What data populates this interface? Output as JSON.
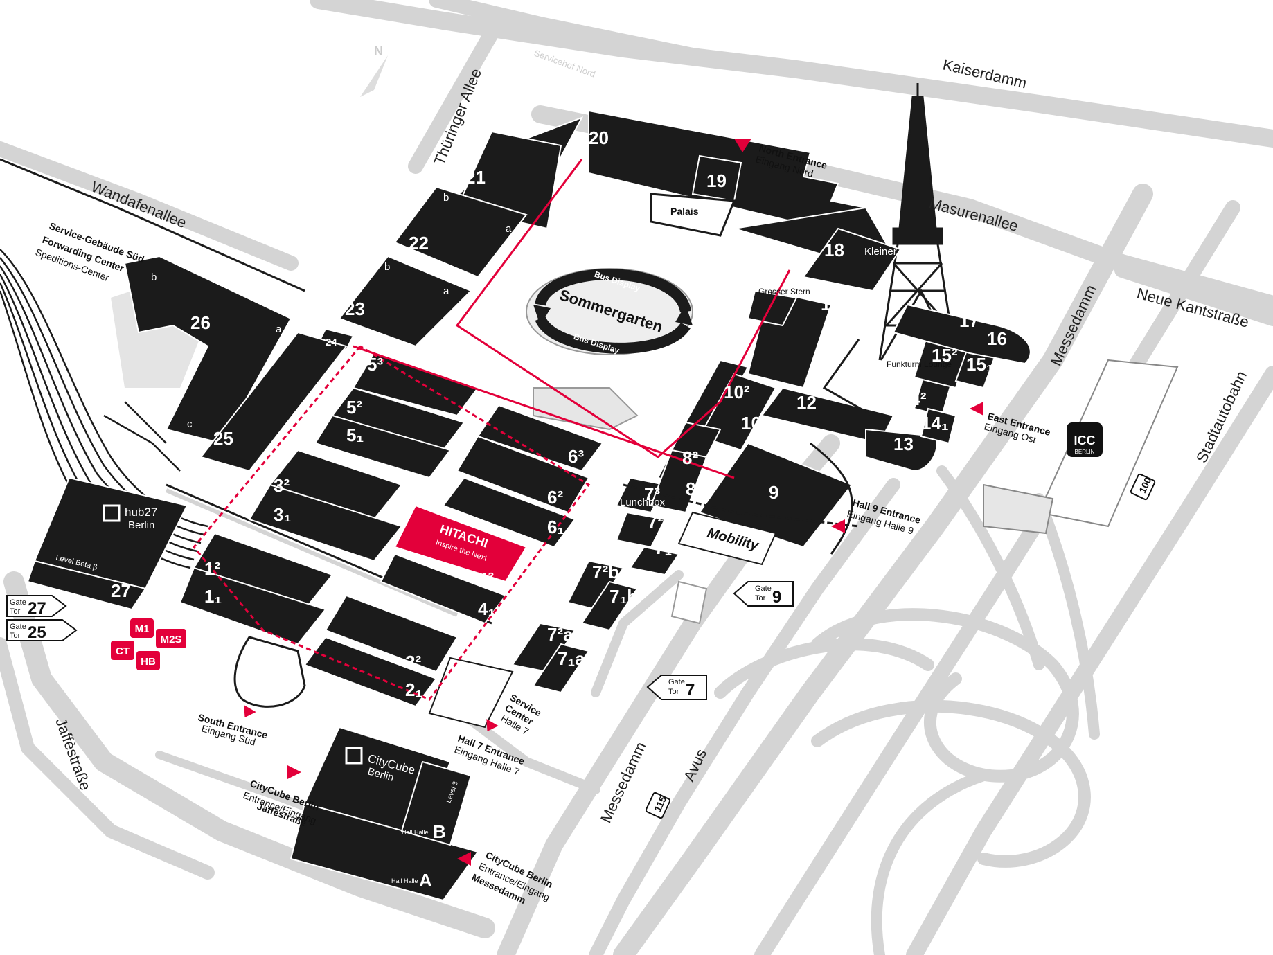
{
  "streets": {
    "kaiserdamm": "Kaiserdamm",
    "masurenallee": "Masurenallee",
    "neue_kantstrasse": "Neue Kantstraße",
    "messedamm_east": "Messedamm",
    "messedamm_south": "Messedamm",
    "stadtautobahn": "Stadtautobahn",
    "stadtautobahn_num": "100",
    "avus": "Avus",
    "avus_num": "115",
    "thueringer_allee": "Thüringer Allee",
    "wandafenallee": "Wandafenallee",
    "jaffestrasse": "Jaffèstraße"
  },
  "north_symbol": "N",
  "service_nord": "Servicehof Nord",
  "service_sued": {
    "line1": "Service-Gebäude Süd",
    "line2": "Forwarding Center",
    "line3": "Speditions-Center"
  },
  "halls": {
    "h20": "20",
    "h19": "19",
    "palais": "Palais",
    "h18": "18",
    "kleiner_stern": "Kleiner Stern",
    "grosser_stern": "Grosser Stern",
    "h21": "21",
    "h22": "22",
    "h23": "23",
    "h24": "24",
    "h25": "25",
    "h26": "26",
    "h11_2": "11²",
    "h11_1": "11₁",
    "h17": "17",
    "h16": "16",
    "h15_2": "15²",
    "h15_1": "15₁",
    "h14_2": "14²",
    "h14_1": "14₁",
    "h13": "13",
    "h12": "12",
    "h10_2": "10²",
    "h10_1": "10₁",
    "h9": "9",
    "h8_2": "8²",
    "h8_1": "8₁",
    "h5_3": "5³",
    "h5_2": "5²",
    "h5_1": "5₁",
    "h6_3": "6³",
    "h6_2": "6²",
    "h6_1": "6₁",
    "h3_2": "3²",
    "h3_1": "3₁",
    "h4_2": "4²",
    "h4_1": "4₁",
    "h1_2": "1²",
    "h1_1": "1₁",
    "h2_2": "2²",
    "h2_1": "2₁",
    "h7_3": "7³",
    "h7_2c": "7²c",
    "h7_1c": "7₁c",
    "h7_2b": "7²b",
    "h7_1b": "7₁b",
    "h7_2a": "7²a",
    "h7_1a": "7₁a",
    "lunchbox": "Lunchbox",
    "funkturm_lounge": "Funkturm Lounge",
    "h27": "27",
    "hub27": "hub27",
    "hub27_city": "Berlin",
    "level_beta": "Level Beta β",
    "citycube": "CityCube",
    "citycube_city": "Berlin",
    "hall_a_prefix": "Hall Halle",
    "hall_a": "A",
    "hall_b_prefix": "Hall Halle",
    "hall_b": "B",
    "level3": "Level 3",
    "sub_a": "a",
    "sub_b": "b",
    "sub_c": "c"
  },
  "sponsor": {
    "name": "HITACHI",
    "tagline": "Inspire the Next"
  },
  "sommergarten": {
    "title": "Sommergarten",
    "bus_top": "Bus Display",
    "bus_bottom": "Bus Display"
  },
  "mobility": "Mobility",
  "icc": {
    "name": "ICC",
    "city": "BERLIN"
  },
  "entrances": {
    "north": {
      "en": "North Entrance",
      "de": "Eingang Nord"
    },
    "east": {
      "en": "East Entrance",
      "de": "Eingang Ost"
    },
    "hall9": {
      "en": "Hall 9 Entrance",
      "de": "Eingang Halle 9"
    },
    "south": {
      "en": "South Entrance",
      "de": "Eingang Süd"
    },
    "hall7": {
      "en": "Hall 7 Entrance",
      "de": "Eingang Halle 7"
    },
    "service7": {
      "l1": "Service",
      "l2": "Center",
      "l3": "Halle 7"
    },
    "citycube_jaffe": {
      "l1": "CityCube Berlin",
      "l2": "Entrance/Eingang",
      "l3": "Jaffèstraße"
    },
    "citycube_messedamm": {
      "l1": "CityCube Berlin",
      "l2": "Entrance/Eingang",
      "l3": "Messedamm"
    }
  },
  "gates": {
    "g27": {
      "label1": "Gate",
      "label2": "Tor",
      "num": "27"
    },
    "g25": {
      "label1": "Gate",
      "label2": "Tor",
      "num": "25"
    },
    "g9": {
      "label1": "Gate",
      "label2": "Tor",
      "num": "9"
    },
    "g7": {
      "label1": "Gate",
      "label2": "Tor",
      "num": "7"
    }
  },
  "badges": {
    "m1": "M1",
    "m2s": "M2S",
    "ct": "CT",
    "hb": "HB"
  },
  "colors": {
    "accent": "#e3003a",
    "hall": "#1b1b1b",
    "road": "#d4d4d4"
  }
}
